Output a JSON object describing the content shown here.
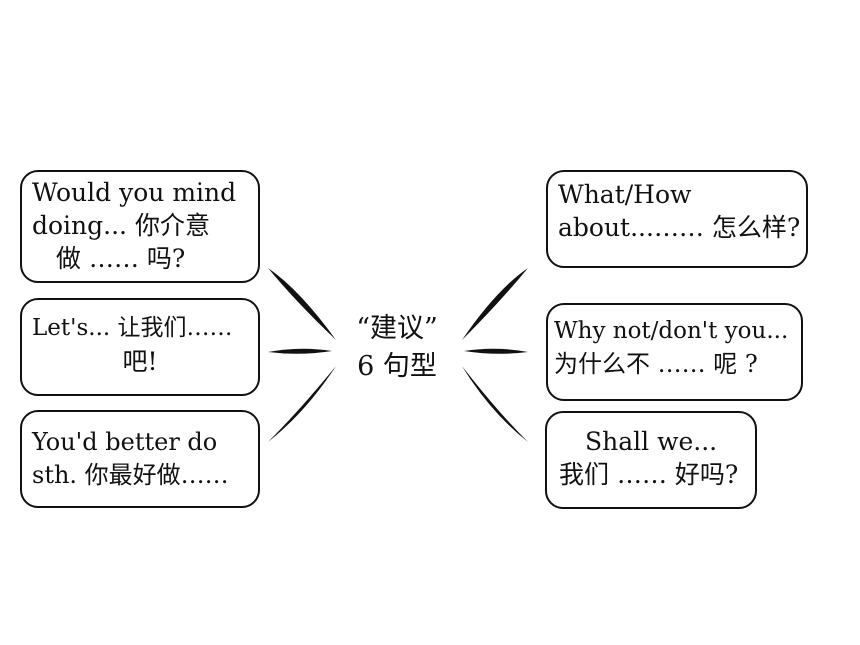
{
  "center": {
    "line1": "“建议”",
    "line2": "6 句型"
  },
  "left_boxes": [
    {
      "lines": [
        "Would you mind",
        "doing... 你介意",
        "做 …… 吗?"
      ]
    },
    {
      "lines": [
        "Let's... 让我们……",
        "吧!"
      ]
    },
    {
      "lines": [
        "You'd better do",
        "sth. 你最好做……"
      ]
    }
  ],
  "right_boxes": [
    {
      "lines": [
        "What/How",
        "about...…… 怎么样?"
      ]
    },
    {
      "lines": [
        "Why not/don't you...",
        "为什么不 …… 呢 ?"
      ]
    },
    {
      "lines": [
        "Shall we...",
        "我们 …… 好吗?"
      ]
    }
  ]
}
